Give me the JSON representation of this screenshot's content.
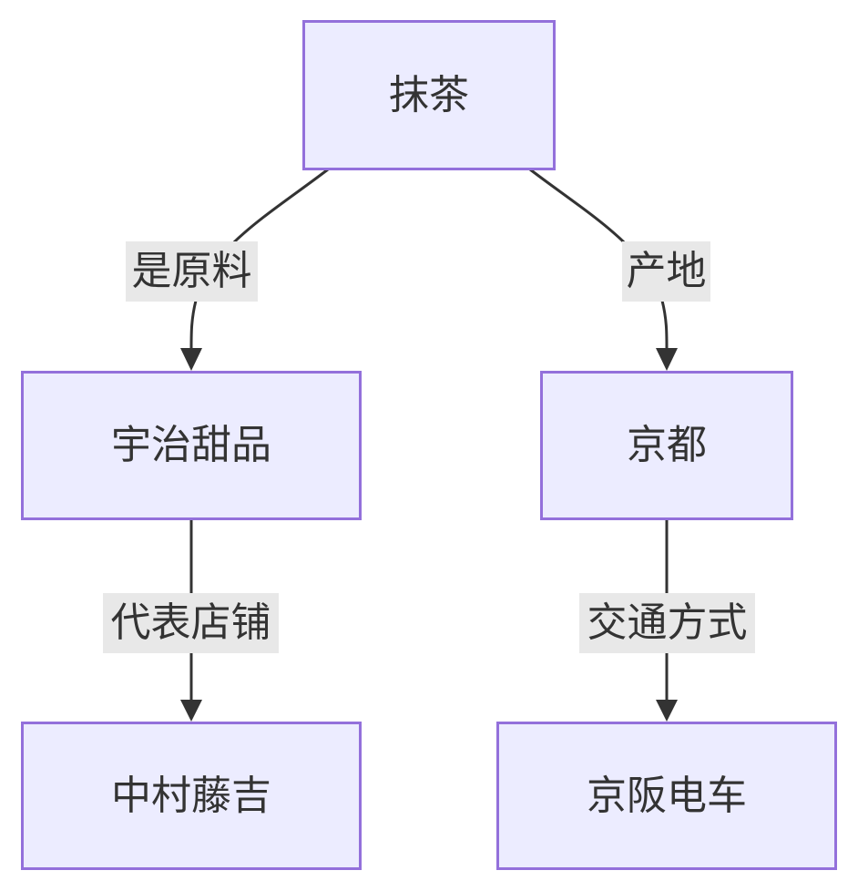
{
  "nodes": {
    "matcha": "抹茶",
    "uji_sweets": "宇治甜品",
    "kyoto": "京都",
    "nakamura_tokichi": "中村藤吉",
    "keihan": "京阪电车"
  },
  "edges": {
    "raw_material": "是原料",
    "origin": "产地",
    "representative_shop": "代表店铺",
    "transport": "交通方式"
  },
  "colors": {
    "node_fill": "#ececff",
    "node_stroke": "#9370db",
    "edge_stroke": "#333333",
    "label_bg": "#e8e8e8",
    "text": "#333333"
  }
}
